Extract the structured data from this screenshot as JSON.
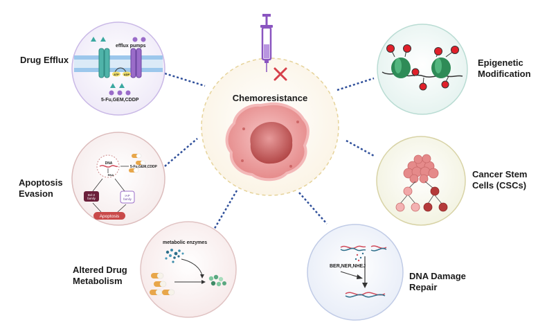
{
  "center": {
    "label": "Chemoresistance"
  },
  "mechanisms": {
    "drug_efflux": {
      "label": "Drug Efflux",
      "pumps_label": "efflux pumps",
      "drugs_label": "5-Fu,GEM,CDDP",
      "atp": "ATP",
      "adp": "ADP"
    },
    "epigenetic": {
      "label": "Epigenetic\nModification"
    },
    "apoptosis": {
      "label": "Apoptosis\nEvasion",
      "dna": "DNA",
      "rna": "RNA",
      "drugs_label": "5-Fu,GEM,CDDP",
      "bcl2": "Bcl-2\nfamily",
      "iap": "IAP\nfamily",
      "apoptosis_tag": "Apoptosis"
    },
    "cscs": {
      "label": "Cancer Stem\nCells (CSCs)"
    },
    "metabolism": {
      "label": "Altered Drug\nMetabolism",
      "enzymes_label": "metabolic enzymes"
    },
    "dna_repair": {
      "label": "DNA Damage\nRepair",
      "pathways": "BER,NER,NHEJ"
    }
  },
  "colors": {
    "circle_border": "#c9b8e6",
    "center_border": "#e6d39a",
    "dotted_link": "#2f4f9a",
    "pump_teal": "#4fb3a9",
    "pump_purple": "#9a6cc9",
    "nucleosome_green": "#2e8b57",
    "methyl_red": "#e0202a",
    "cell_pink": "#e58a8a",
    "tag_red": "#c94a4a"
  }
}
